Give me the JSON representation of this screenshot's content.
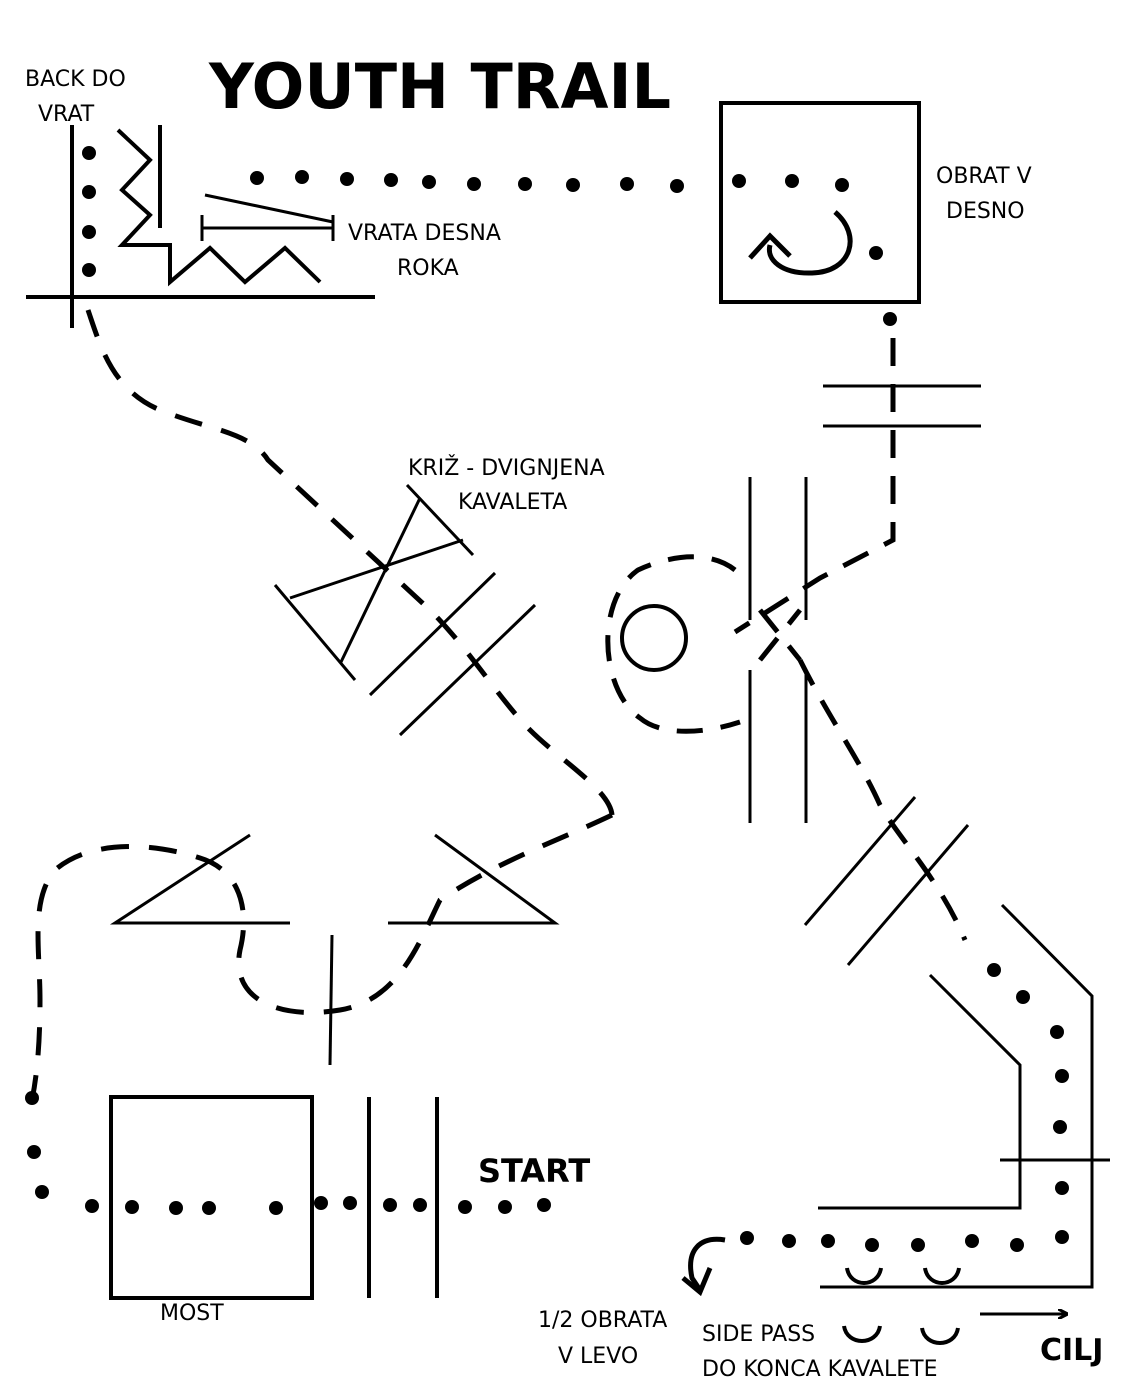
{
  "title": "YOUTH TRAIL",
  "labels": {
    "back_line1": "BACK DO",
    "back_line2": "VRAT",
    "gate_line1": "VRATA DESNA",
    "gate_line2": "ROKA",
    "turn_line1": "OBRAT V",
    "turn_line2": "DESNO",
    "cross_line1": "KRIŽ - DVIGNJENA",
    "cross_line2": "KAVALETA",
    "start": "START",
    "bridge": "MOST",
    "half_turn_line1": "1/2 OBRATA",
    "half_turn_line2": "V LEVO",
    "side_pass_line1": "SIDE PASS",
    "side_pass_line2": "DO KONCA KAVALETE",
    "finish": "CILJ"
  },
  "colors": {
    "ink": "#000000",
    "paper": "#ffffff"
  }
}
